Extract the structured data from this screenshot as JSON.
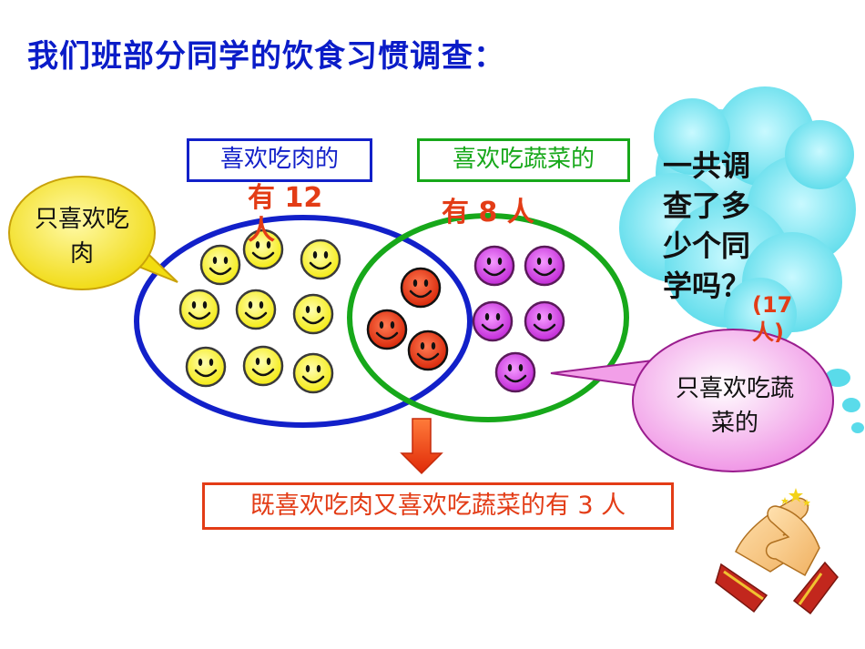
{
  "title": "我们班部分同学的饮食习惯调查：",
  "sets": {
    "meat": {
      "label": "喜欢吃肉的",
      "count": "有 12 人"
    },
    "veg": {
      "label": "喜欢吃蔬菜的",
      "count": "有 8 人"
    }
  },
  "callouts": {
    "only_meat": "只喜欢吃肉",
    "only_veg": "只喜欢吃蔬菜的"
  },
  "both": "既喜欢吃肉又喜欢吃蔬菜的有 3 人",
  "cloud": {
    "question": "一共调查了多少个同学吗？",
    "answer": "(17人)"
  },
  "groups": {
    "only_meat": 9,
    "both": 3,
    "only_veg": 5
  },
  "colors": {
    "title": "#0a1cc8",
    "meat_ring": "#1220c9",
    "veg_ring": "#17a81a",
    "accent": "#e33c16",
    "meat_face": "#f5f01a",
    "both_face": "#e8310c",
    "veg_face": "#d23fe6",
    "cloud": "#6fe6f2",
    "meat_callout": "#f7e21a",
    "veg_callout": "#f6b8ef"
  },
  "icons": [
    "smiley-face-icon",
    "down-arrow-icon",
    "clapping-hands-icon",
    "stars-icon"
  ]
}
